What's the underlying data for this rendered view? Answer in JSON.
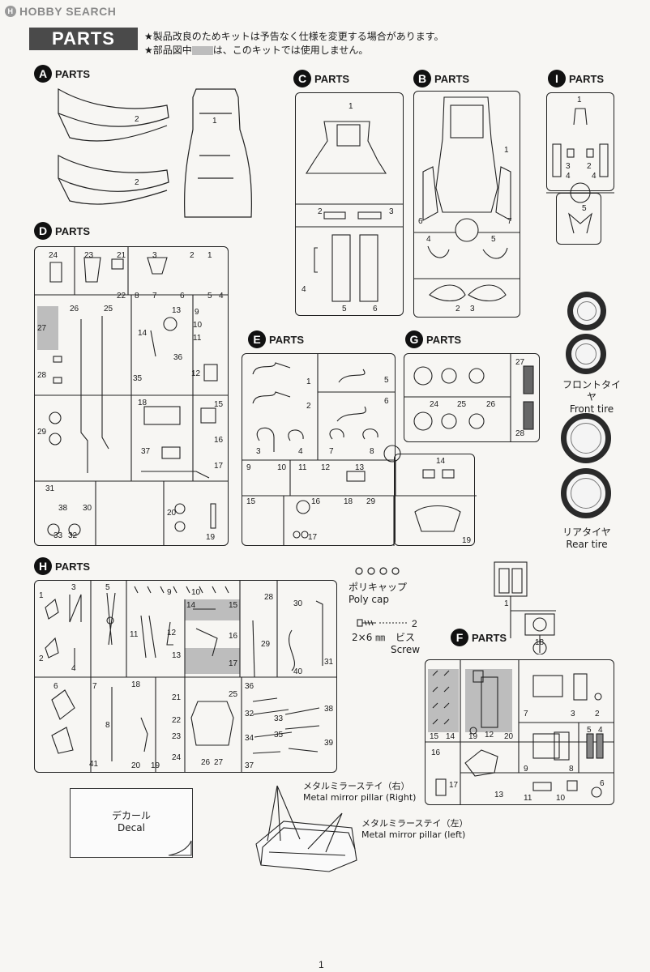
{
  "logo": {
    "text": "HOBBY SEARCH",
    "icon": "hobby-search-logo"
  },
  "header": {
    "title": "PARTS",
    "note1": "★製品改良のためキットは予告なく仕様を変更する場合があります。",
    "note2_pre": "★部品図中",
    "note2_post": "は、このキットでは使用しません。"
  },
  "sections": {
    "A": {
      "letter": "A",
      "label": "PARTS",
      "parts": [
        "2",
        "2",
        "1"
      ]
    },
    "B": {
      "letter": "B",
      "label": "PARTS",
      "parts": [
        "1",
        "6",
        "7",
        "4",
        "5",
        "2",
        "3"
      ]
    },
    "C": {
      "letter": "C",
      "label": "PARTS",
      "parts": [
        "1",
        "2",
        "3",
        "4",
        "5",
        "6"
      ]
    },
    "I": {
      "letter": "I",
      "label": "PARTS",
      "parts": [
        "1",
        "3",
        "4",
        "2",
        "4",
        "5"
      ]
    },
    "D": {
      "letter": "D",
      "label": "PARTS",
      "parts": [
        "24",
        "23",
        "21",
        "22",
        "3",
        "2",
        "1",
        "8",
        "7",
        "6",
        "5",
        "4",
        "27",
        "26",
        "25",
        "28",
        "29",
        "13",
        "14",
        "9",
        "10",
        "11",
        "36",
        "12",
        "35",
        "18",
        "15",
        "16",
        "37",
        "17",
        "31",
        "38",
        "30",
        "20",
        "33",
        "32",
        "19"
      ]
    },
    "E": {
      "letter": "E",
      "label": "PARTS",
      "parts": [
        "1",
        "2",
        "3",
        "4",
        "5",
        "6",
        "7",
        "8",
        "9",
        "10",
        "11",
        "12",
        "13",
        "14",
        "15",
        "16",
        "17",
        "18",
        "29",
        "19"
      ]
    },
    "G": {
      "letter": "G",
      "label": "PARTS",
      "parts": [
        "27",
        "24",
        "25",
        "26",
        "28"
      ]
    },
    "H": {
      "letter": "H",
      "label": "PARTS",
      "parts": [
        "1",
        "2",
        "3",
        "4",
        "5",
        "9",
        "10",
        "14",
        "15",
        "16",
        "17",
        "28",
        "30",
        "29",
        "31",
        "11",
        "12",
        "13",
        "40",
        "6",
        "7",
        "8",
        "41",
        "18",
        "21",
        "22",
        "23",
        "24",
        "20",
        "19",
        "25",
        "26",
        "27",
        "36",
        "32",
        "33",
        "38",
        "34",
        "35",
        "39",
        "37"
      ]
    },
    "F": {
      "letter": "F",
      "label": "PARTS",
      "parts": [
        "1",
        "18",
        "15",
        "14",
        "19",
        "12",
        "20",
        "7",
        "3",
        "2",
        "16",
        "17",
        "13",
        "9",
        "8",
        "5",
        "4",
        "6",
        "11",
        "10"
      ]
    }
  },
  "tires": {
    "front_jp": "フロントタイヤ",
    "front_en": "Front tire",
    "rear_jp": "リアタイヤ",
    "rear_en": "Rear tire"
  },
  "polycap": {
    "jp": "ポリキャップ",
    "en": "Poly cap"
  },
  "screw": {
    "num": "2",
    "size": "2×6 ㎜",
    "jp": "ビス",
    "en": "Screw"
  },
  "decal": {
    "jp": "デカール",
    "en": "Decal"
  },
  "mirror": {
    "right_jp": "メタルミラーステイ（右）",
    "right_en": "Metal mirror pillar (Right)",
    "left_jp": "メタルミラーステイ（左）",
    "left_en": "Metal mirror pillar (left)"
  },
  "page_number": "1",
  "colors": {
    "frame": "#222222",
    "unused_shade": "#bdbdbd",
    "banner": "#4a4a4a"
  }
}
